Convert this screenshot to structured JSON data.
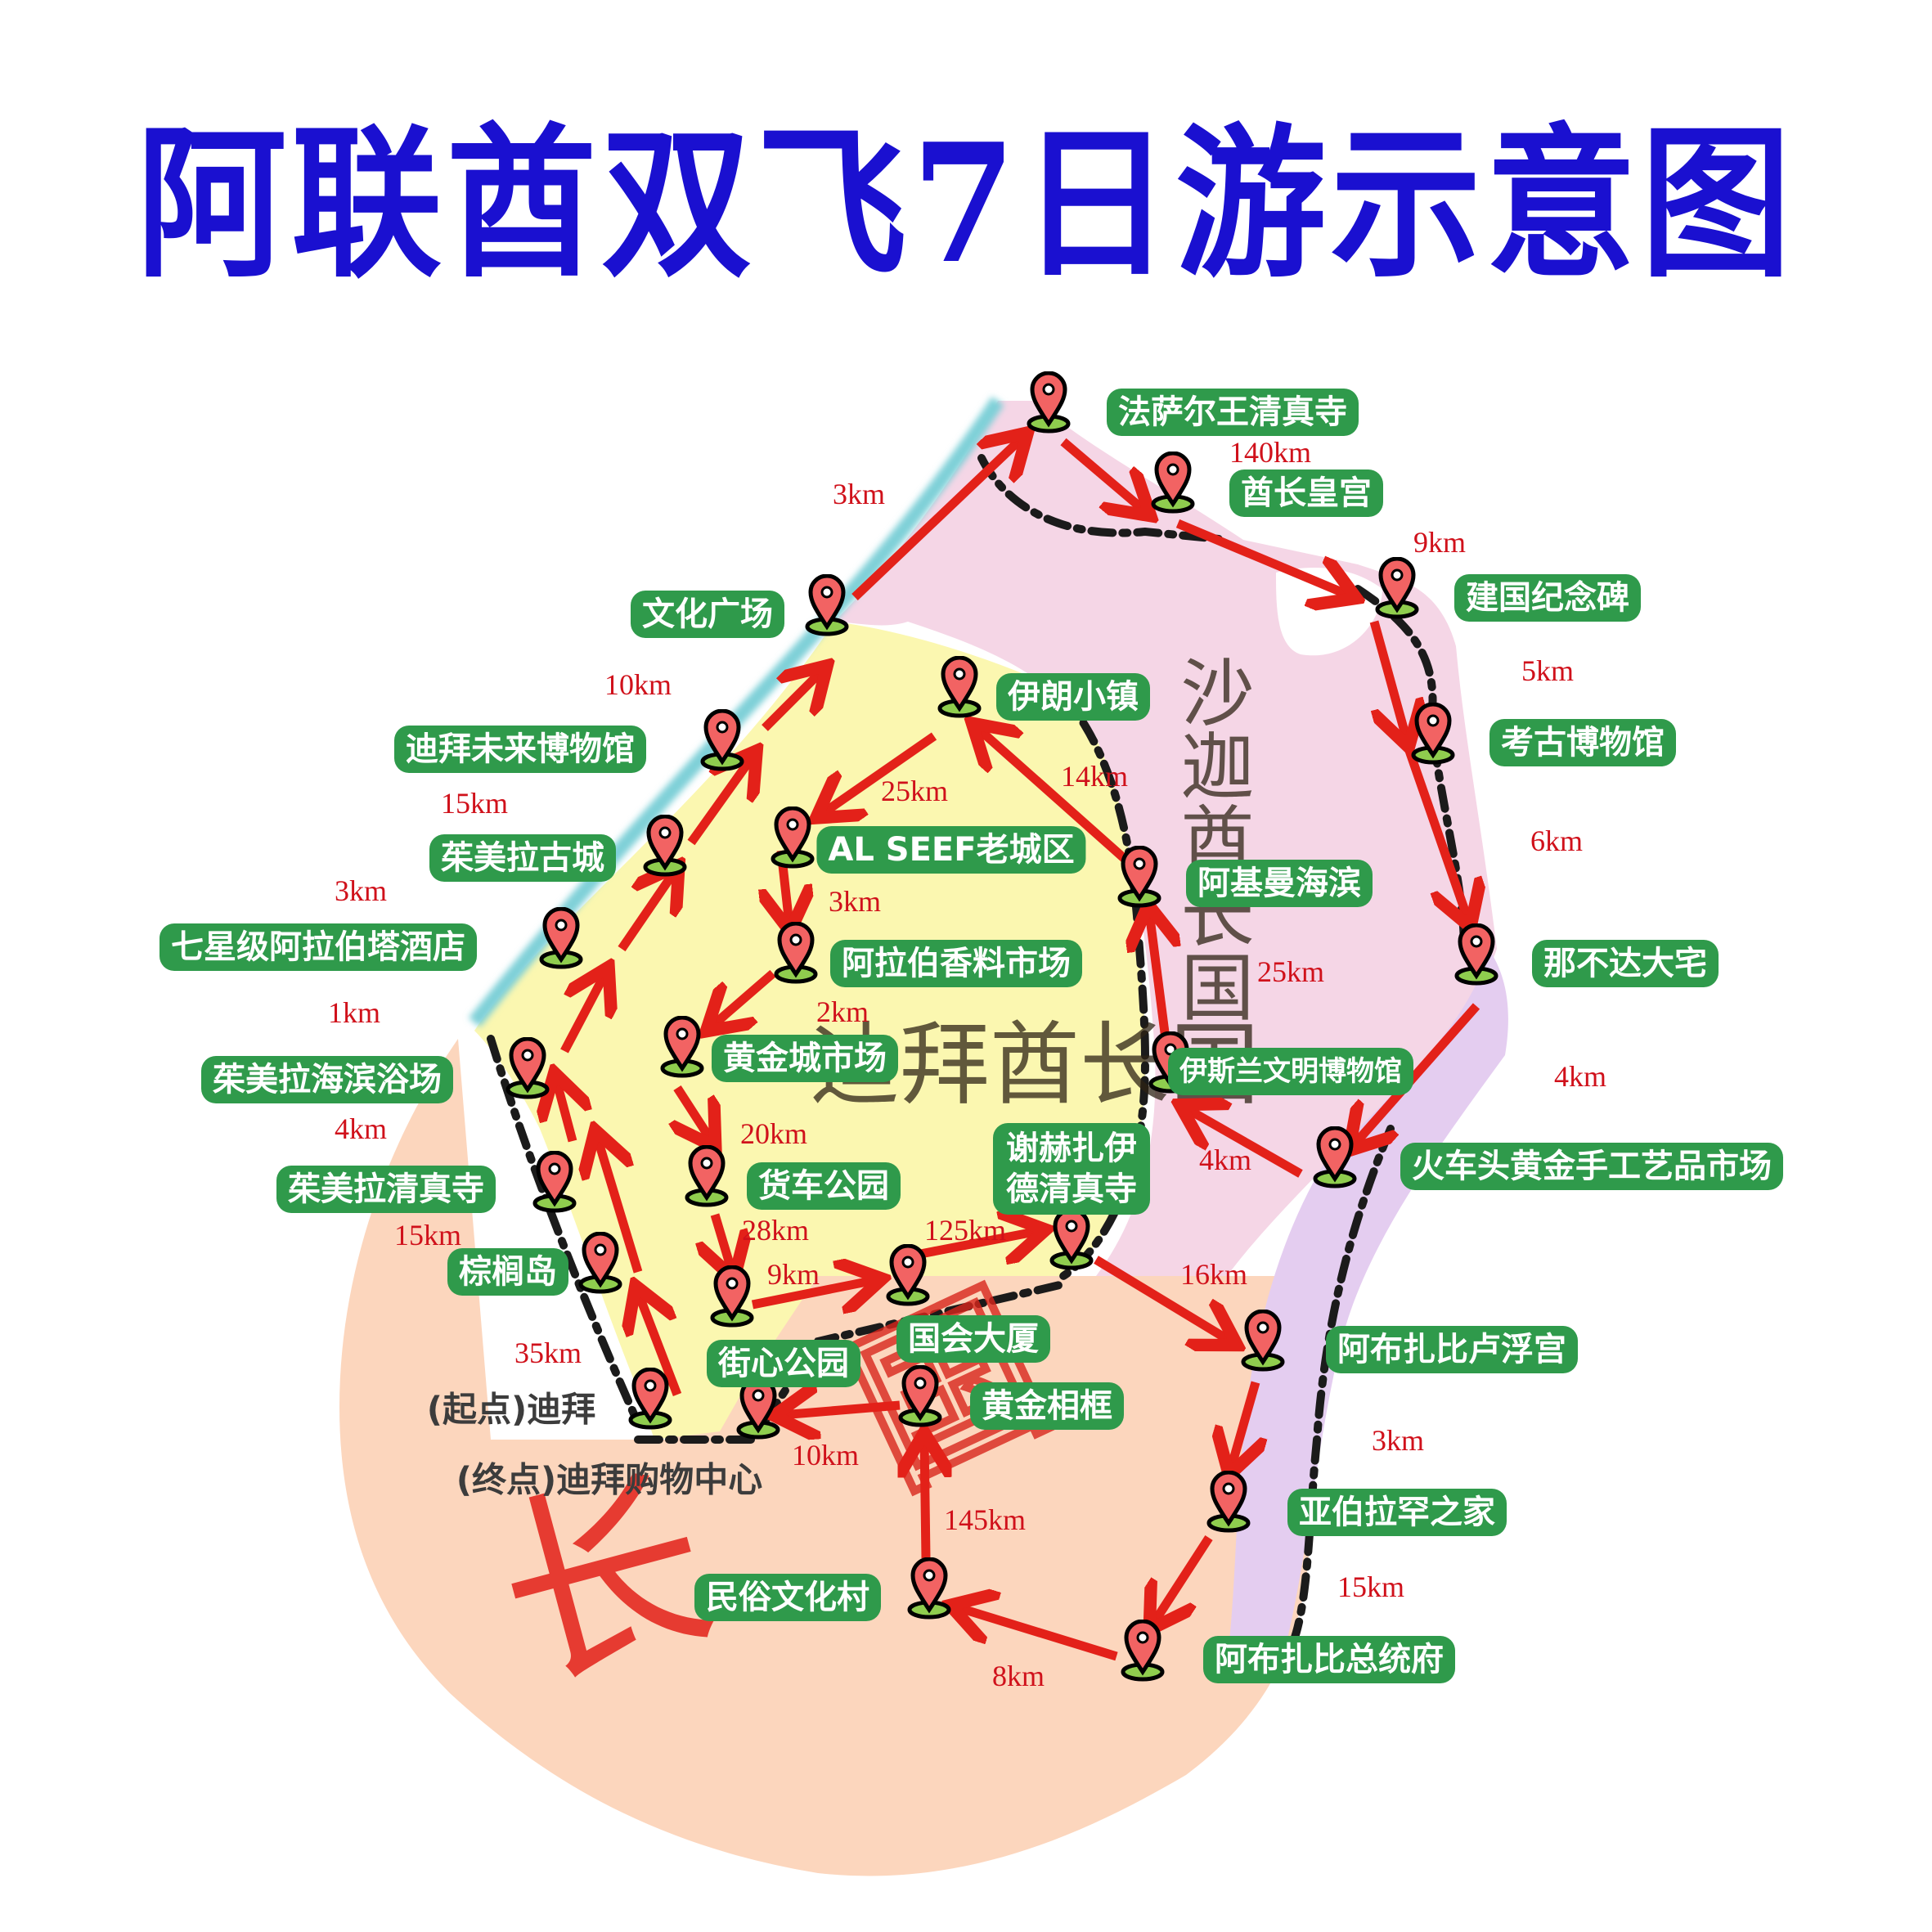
{
  "title": "阿联酋双飞7日游示意图",
  "colors": {
    "title": "#1a10d0",
    "label_bg": "#2f9a4b",
    "label_text": "#ffffff",
    "distance_text": "#d0111b",
    "route_arrow": "#e32119",
    "dubai_fill": "#fbf7b0",
    "sharjah_fill": "#f5d6e6",
    "abudhabi_fill": "#fcd6bd",
    "coast_fill": "#e4cdf0",
    "sea_edge": "#7fd0d8"
  },
  "regions": {
    "dubai": "迪拜酋长国",
    "sharjah": "沙迦酋长国",
    "abudhabi_char_1": "长",
    "abudhabi_char_2": "国"
  },
  "endpoints": {
    "start": "(起点)迪拜",
    "end": "(终点)迪拜购物中心"
  },
  "stops": [
    {
      "id": "farsal",
      "name": "法萨尔王清真寺"
    },
    {
      "id": "palace",
      "name": "酋长皇宫"
    },
    {
      "id": "monument",
      "name": "建国纪念碑"
    },
    {
      "id": "archaeology",
      "name": "考古博物馆"
    },
    {
      "id": "alnabooda",
      "name": "那不达大宅"
    },
    {
      "id": "locomotive",
      "name": "火车头黄金手工艺品市场"
    },
    {
      "id": "islamic",
      "name": "伊斯兰文明博物馆"
    },
    {
      "id": "ajman",
      "name": "阿基曼海滨"
    },
    {
      "id": "iran",
      "name": "伊朗小镇"
    },
    {
      "id": "alseef",
      "name": "AL SEEF老城区"
    },
    {
      "id": "spice",
      "name": "阿拉伯香料市场"
    },
    {
      "id": "goldsouk",
      "name": "黄金城市场"
    },
    {
      "id": "truck",
      "name": "货车公园"
    },
    {
      "id": "streetpark",
      "name": "街心公园"
    },
    {
      "id": "parliament",
      "name": "国会大厦"
    },
    {
      "id": "zayed_1",
      "name": "谢赫扎伊"
    },
    {
      "id": "zayed_2",
      "name": "德清真寺"
    },
    {
      "id": "louvre",
      "name": "阿布扎比卢浮宫"
    },
    {
      "id": "abrahamic",
      "name": "亚伯拉罕之家"
    },
    {
      "id": "presidential",
      "name": "阿布扎比总统府"
    },
    {
      "id": "heritage",
      "name": "民俗文化村"
    },
    {
      "id": "frame",
      "name": "黄金相框"
    },
    {
      "id": "palm",
      "name": "棕榈岛"
    },
    {
      "id": "jumeirah_mosque",
      "name": "茱美拉清真寺"
    },
    {
      "id": "jumeirah_beach",
      "name": "茱美拉海滨浴场"
    },
    {
      "id": "burj_al_arab",
      "name": "七星级阿拉伯塔酒店"
    },
    {
      "id": "madinat",
      "name": "茱美拉古城"
    },
    {
      "id": "future",
      "name": "迪拜未来博物馆"
    },
    {
      "id": "culture_sq",
      "name": "文化广场"
    }
  ],
  "distances": [
    "3km",
    "140km",
    "9km",
    "5km",
    "6km",
    "4km",
    "4km",
    "25km",
    "14km",
    "25km",
    "3km",
    "2km",
    "20km",
    "28km",
    "9km",
    "125km",
    "16km",
    "3km",
    "15km",
    "8km",
    "145km",
    "10km",
    "35km",
    "15km",
    "4km",
    "1km",
    "3km",
    "15km",
    "10km"
  ]
}
